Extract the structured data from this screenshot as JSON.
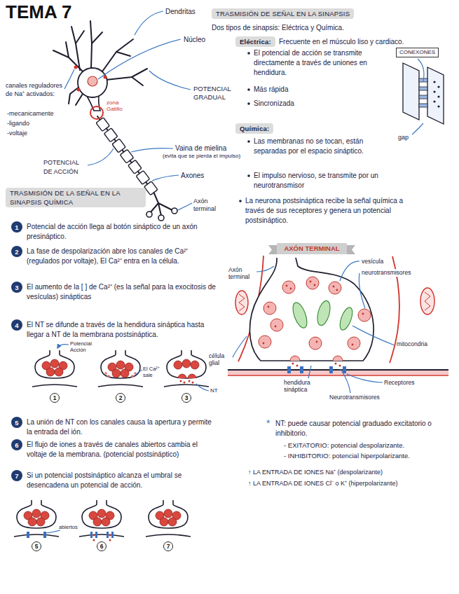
{
  "diagram": {
    "title": "TEMA 7",
    "nodes": [
      {
        "text": [
          "TRASMISIÓN DE SEÑAL EN LA SINAPSIS"
        ]
      },
      {
        "text": [
          "Eléctrica:"
        ]
      },
      {
        "text": [
          "CONEXONES"
        ]
      },
      {
        "text": [
          "Química:"
        ]
      },
      {
        "text": [
          "TRASMISIÓN DE LA SEÑAL EN LA SINAPSIS QUÍMICA"
        ]
      },
      {
        "text": [
          "1"
        ]
      },
      {
        "text": [
          "2"
        ]
      },
      {
        "text": [
          "3"
        ]
      },
      {
        "text": [
          "4"
        ]
      },
      {
        "text": [
          "1"
        ]
      },
      {
        "text": [
          "2"
        ]
      },
      {
        "text": [
          "3"
        ]
      },
      {
        "text": [
          "AXÓN TERMINAL"
        ]
      },
      {
        "text": [
          "5"
        ]
      },
      {
        "text": [
          "6"
        ]
      },
      {
        "text": [
          "7"
        ]
      },
      {
        "text": [
          "5"
        ]
      },
      {
        "text": [
          "6"
        ]
      },
      {
        "text": [
          "7"
        ]
      }
    ],
    "labels": [
      "Dendritas",
      "Núcleo",
      "canales reguladores de Na⁺ activados:",
      "-mecanicamente",
      "-ligando",
      "-voltaje",
      "POTENCIAL GRADUAL",
      "zona Gatillo",
      "Vaina de mielina",
      "(evita que se pierda el impulso)",
      "POTENCIAL DE ACCIÓN",
      "Axones",
      "Axón terminal",
      "Dos tipos de sinapsis: Eléctrica y Química.",
      "Frecuente en el músculo liso y cardiaco.",
      "El potencial de acción se transmite directamente a través de uniones en hendidura.",
      "Más rápida",
      "Sincronizada",
      "gap",
      "Las membranas no se tocan, están separadas por el espacio sináptico.",
      "El impulso nervioso, se transmite por un neurotransmisor",
      "La neurona postsináptica recibe la señal química a través de sus receptores y genera un potencial postsináptico.",
      "Potencial de acción llega al botón sináptico de un axón presináptico.",
      "La fase de despolarización abre los canales de Ca²⁺ (regulados por voltaje), El Ca²⁺ entra en la célula.",
      "El aumento de la [ ] de Ca²⁺ (es la señal para la exocitosis de vesículas) sinápticas",
      "El NT se difunde a través de la hendidura sináptica hasta llegar a NT de la membrana postsináptica.",
      "Potencial Acción",
      "El Ca²⁺ sale",
      "NT",
      "vesícula",
      "neurotransmisores",
      "Axón terminal",
      "célula glial",
      "mitocondria",
      "Receptores",
      "hendidura sináptica",
      "Neurotransmisores",
      "La unión de NT con los canales causa la apertura y permite la entrada del ión.",
      "El flujo de iones a través de canales abiertos cambia el voltaje de la membrana. (potencial postsináptico)",
      "Si un potencial postsináptico alcanza el umbral se desencadena un potencial de acción.",
      "abiertos",
      "*",
      "NT: puede causar potencial graduado excitatorio o inhibitorio.",
      "- EXITATORIO: potencial despolarizante.",
      "- INHIBITORIO: potencial hiperpolarizante.",
      "↑ LA ENTRADA DE IONES Na⁺ (despolarizante)",
      "↑ LA ENTRADA DE IONES Cl⁻ o K⁺ (hiperpolarizante)"
    ]
  }
}
